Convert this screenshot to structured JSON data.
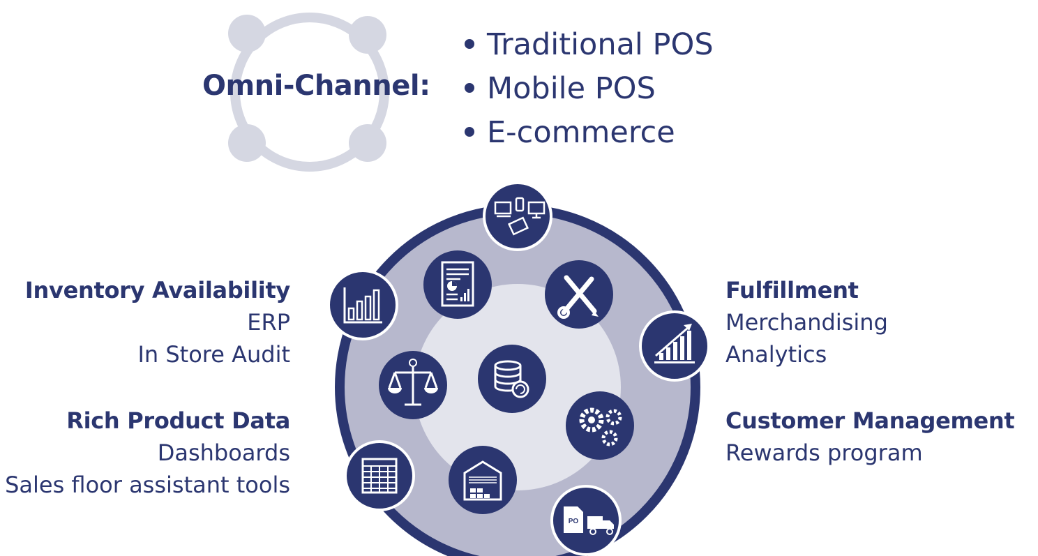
{
  "header": {
    "label": "Omni-Channel:",
    "channels": [
      "Traditional POS",
      "Mobile POS",
      "E-commerce"
    ]
  },
  "left_features": [
    {
      "title": "Inventory Availability",
      "items": [
        "ERP",
        "In Store Audit"
      ]
    },
    {
      "title": "Rich Product Data",
      "items": [
        "Dashboards",
        "Sales floor assistant tools"
      ]
    }
  ],
  "right_features": [
    {
      "title": "Fulfillment",
      "items": [
        "Merchandising",
        "Analytics"
      ]
    },
    {
      "title": "Customer Management",
      "items": [
        "Rewards program"
      ]
    }
  ],
  "wheel": {
    "po_label": "PO"
  },
  "colors": {
    "navy": "#2b3670",
    "ring_fill": "#b7b8cd",
    "inner_fill": "#e3e4ec",
    "logo_ring": "#d5d7e2",
    "white": "#ffffff"
  },
  "icons": [
    "omni-channel-ring-icon",
    "devices-icon",
    "report-document-icon",
    "tools-icon",
    "bar-chart-icon",
    "growth-chart-icon",
    "balance-scale-icon",
    "database-sync-icon",
    "gears-icon",
    "spreadsheet-icon",
    "warehouse-icon",
    "purchase-order-truck-icon"
  ]
}
